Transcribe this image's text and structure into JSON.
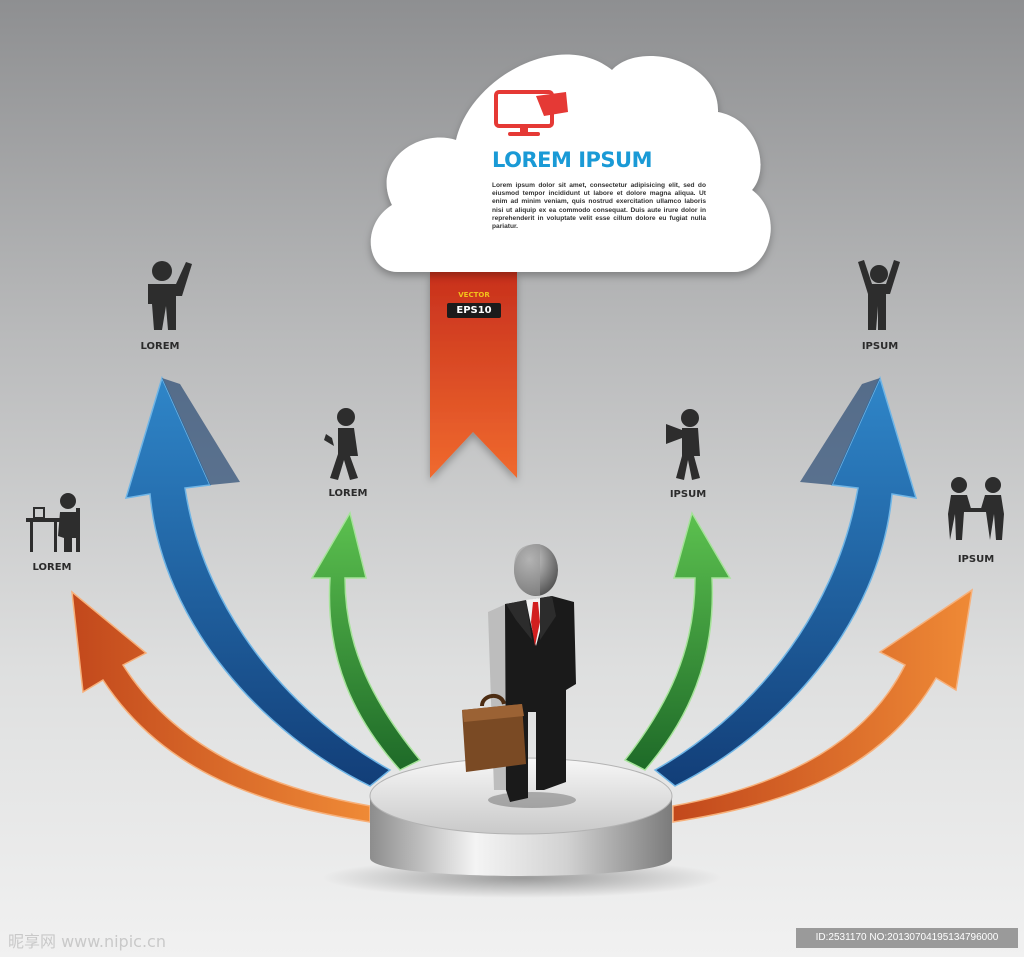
{
  "cloud": {
    "title": "LOREM IPSUM",
    "body": "Lorem ipsum dolor sit amet, consectetur adipisicing elit, sed do eiusmod tempor incididunt ut labore et dolore magna aliqua. Ut enim ad minim veniam, quis nostrud exercitation ullamco laboris nisi ut aliquip ex ea commodo consequat. Duis aute irure dolor in reprehenderit in voluptate velit esse cillum dolore eu fugiat nulla pariatur.",
    "icon": "monitor-icon"
  },
  "ribbon": {
    "tag1": "VECTOR",
    "tag2": "EPS10"
  },
  "figures": {
    "desk": "LOREM",
    "wave": "LOREM",
    "walk": "LOREM",
    "megaphone": "IPSUM",
    "cheer": "IPSUM",
    "handshake": "IPSUM"
  },
  "colors": {
    "blue": "#1d5a9c",
    "green": "#3b9b3a",
    "orange": "#d9622a",
    "ribbon": "#e4532a",
    "title": "#1a9ad6",
    "monitor": "#e53935"
  },
  "watermark": {
    "left": "昵享网 www.nipic.cn",
    "right": "ID:2531170 NO:20130704195134796000"
  }
}
